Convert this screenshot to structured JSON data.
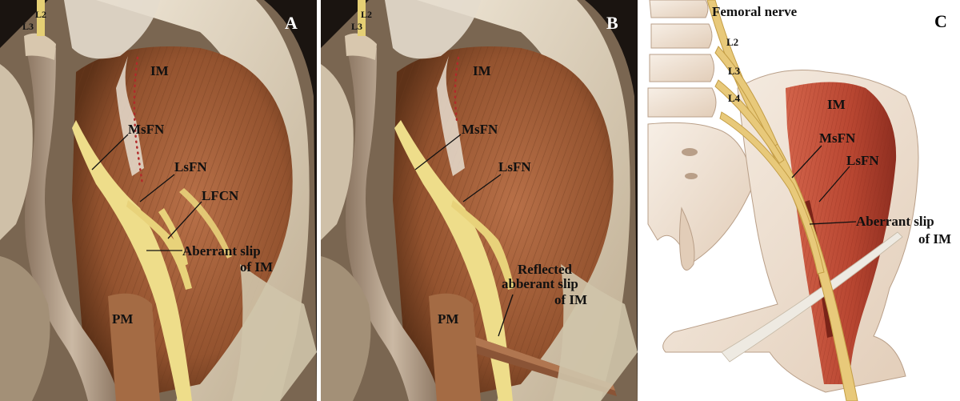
{
  "panels": [
    {
      "letter": "A",
      "labels": {
        "l2": "L2",
        "l3": "L3",
        "im": "IM",
        "msfn": "MsFN",
        "lsfn": "LsFN",
        "lfcn": "LFCN",
        "aberrant_1": "Aberrant slip",
        "aberrant_2": "of IM",
        "pm": "PM"
      }
    },
    {
      "letter": "B",
      "labels": {
        "l2": "L2",
        "l3": "L3",
        "im": "IM",
        "msfn": "MsFN",
        "lsfn": "LsFN",
        "reflected_1": "Reflected",
        "reflected_2": "abberant slip",
        "reflected_3": "of IM",
        "pm": "PM"
      }
    },
    {
      "letter": "C",
      "labels": {
        "femoral_nerve": "Femoral nerve",
        "l2": "L2",
        "l3": "L3",
        "l4": "L4",
        "im": "IM",
        "msfn": "MsFN",
        "lsfn": "LsFN",
        "aberrant_1": "Aberrant slip",
        "aberrant_2": "of IM"
      }
    }
  ],
  "colors": {
    "muscle": "#a8613c",
    "muscle_dark": "#6f3a22",
    "nerve": "#e8d27a",
    "bone": "#eadbc9",
    "background": "#1a1410",
    "illustration_muscle": "#c4523a"
  }
}
